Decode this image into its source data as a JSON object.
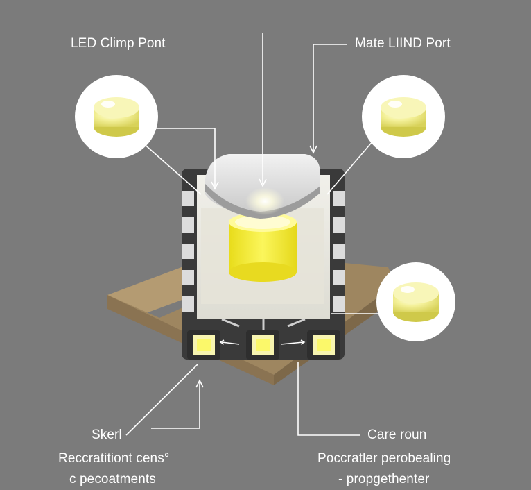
{
  "labels": {
    "top_left": "LED Climp Pont",
    "top_right": "Mate LIIND Port",
    "bottom_left": "Skerl",
    "bottom_left_caption_1": "Reccratitiont cens°",
    "bottom_left_caption_2": "c pecoatments",
    "bottom_right": "Care roun",
    "bottom_right_caption_1": "Poccratler perobealing",
    "bottom_right_caption_2": "- propgethenter"
  },
  "colors": {
    "background": "#7b7b7b",
    "led_yellow": "#f3ee4a",
    "lens_cream": "#f4f1a2",
    "chip_body": "#e9e8e1",
    "chip_frame": "#3b3b3b",
    "base_tan": "#a8906a",
    "line": "#ffffff"
  },
  "icons": {
    "callout_lens": "led-lens-icon",
    "small_led": "smd-led-icon"
  }
}
